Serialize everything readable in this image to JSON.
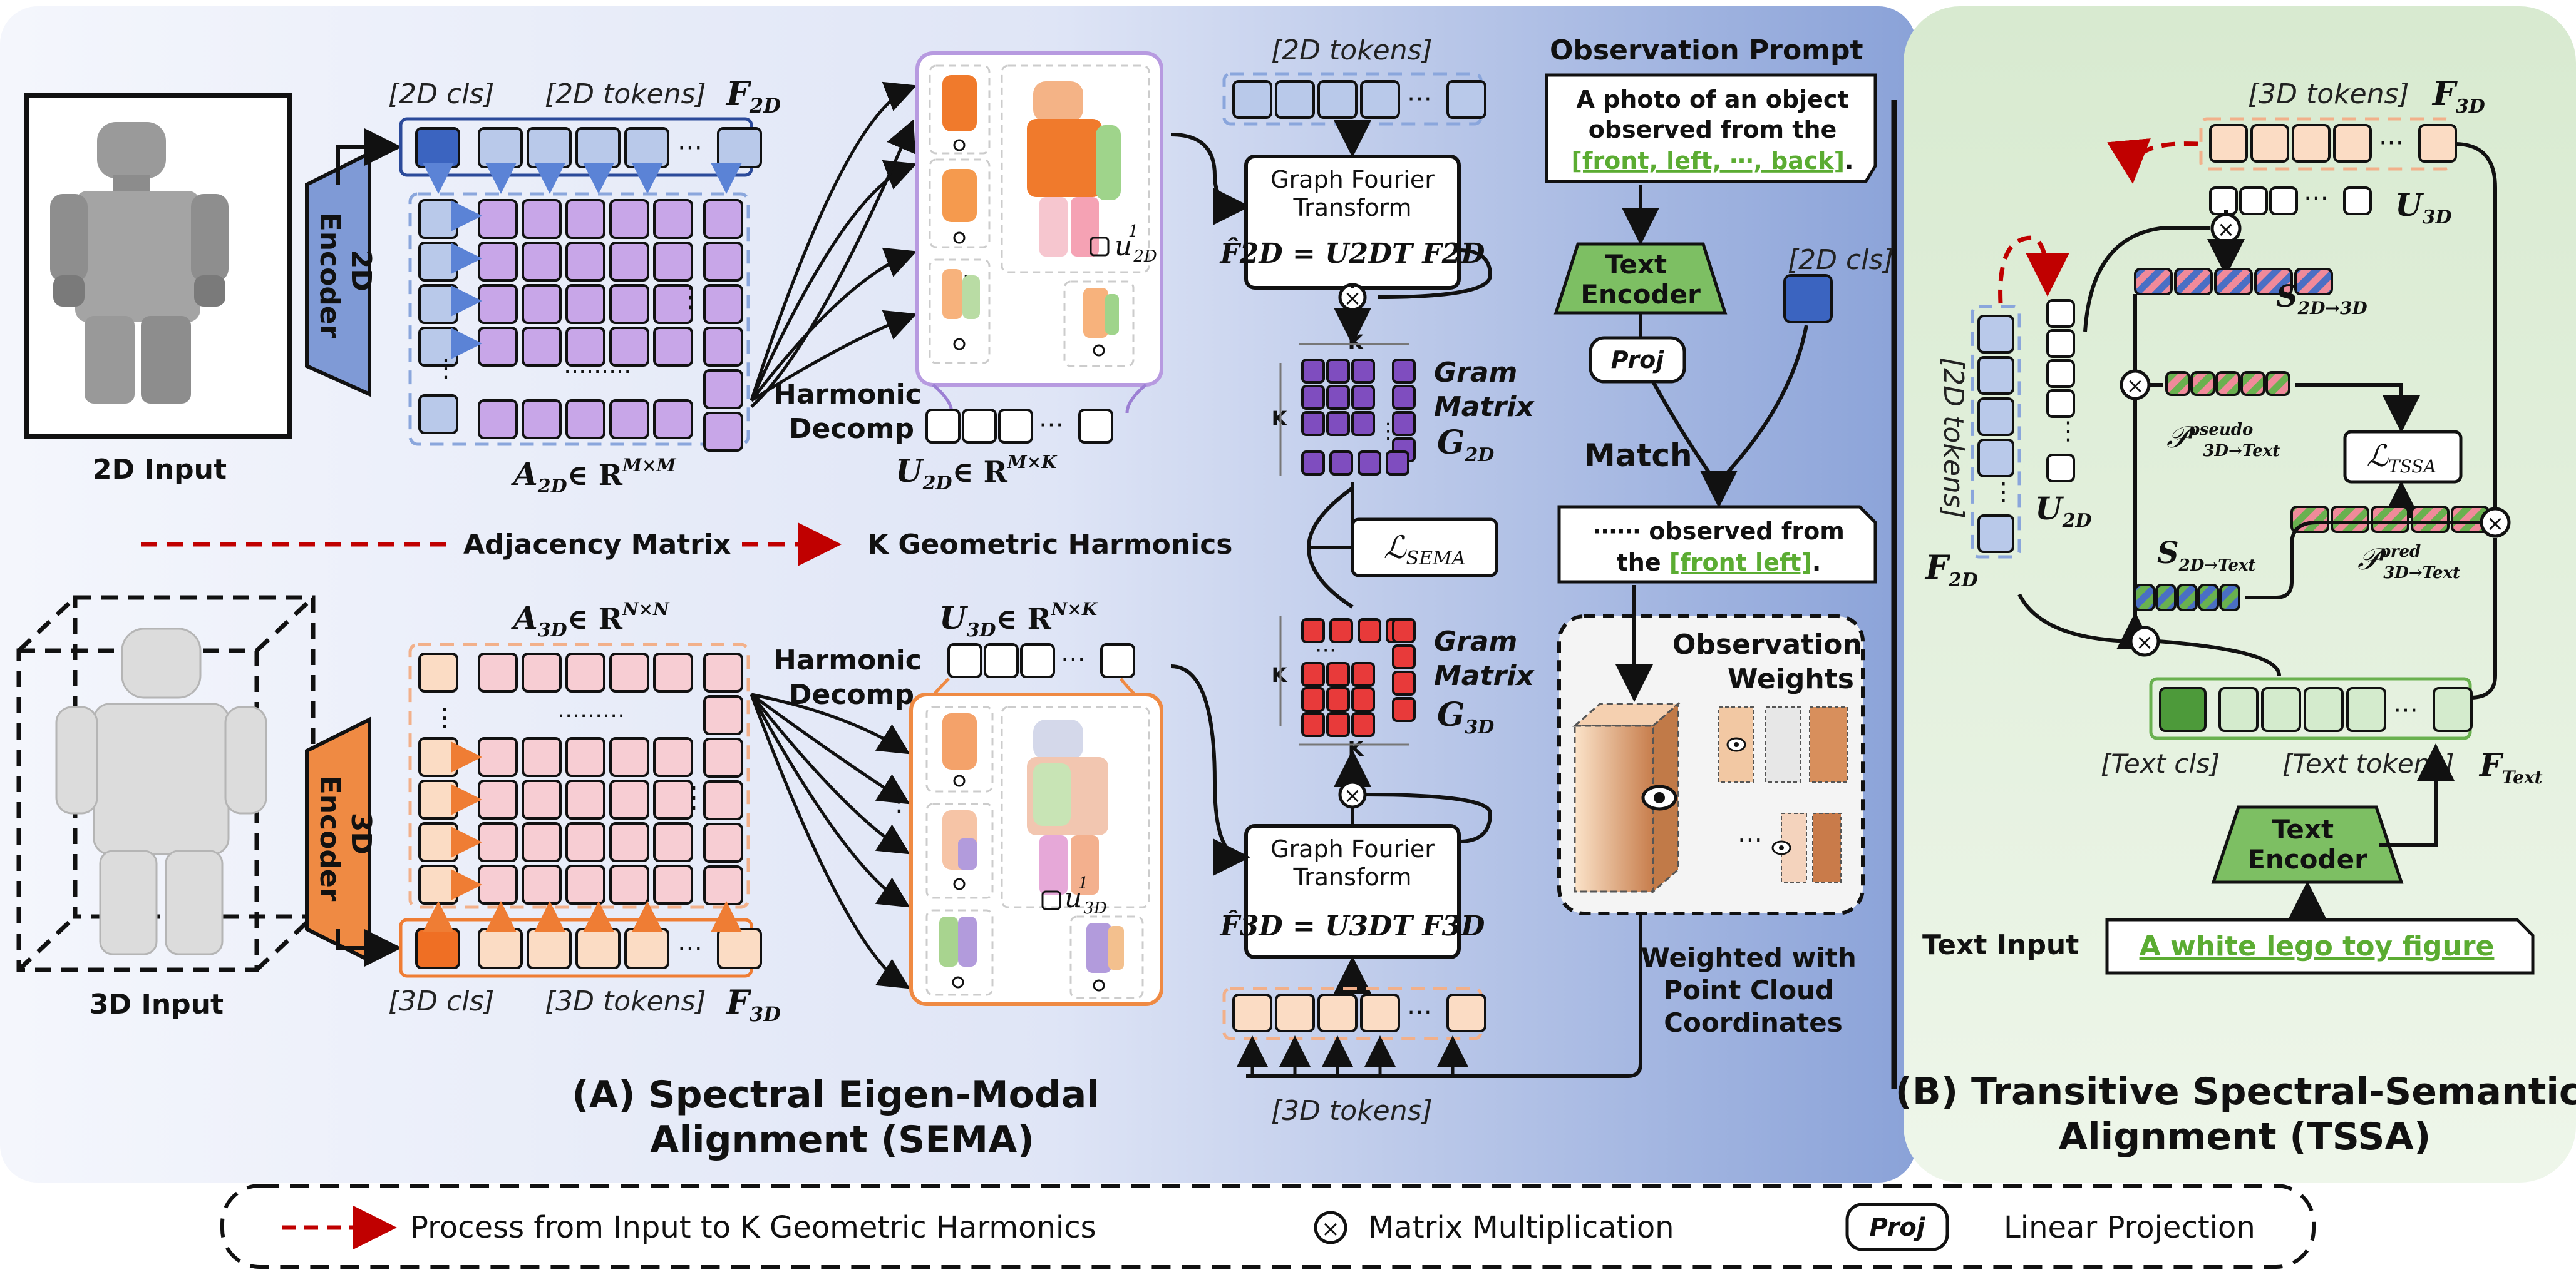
{
  "left_panel": {
    "input_2d_label": "2D Input",
    "input_3d_label": "3D Input",
    "encoder_2d": "2D\nEncoder",
    "encoder_3d": "3D\nEncoder",
    "cls_2d": "[2D cls]",
    "tokens_2d": "[2D tokens]",
    "f2d": "F",
    "f2d_sub": "2D",
    "cls_3d": "[3D cls]",
    "tokens_3d": "[3D tokens]",
    "f3d": "F",
    "f3d_sub": "3D",
    "a2d_label": "A",
    "a2d_sub": "2D",
    "a2d_set": "∈ R",
    "a2d_sup": "M×M",
    "a3d_label": "A",
    "a3d_sub": "3D",
    "a3d_set": "∈ R",
    "a3d_sup": "N×N",
    "harmonic_decomp_top": "Harmonic\nDecomp",
    "harmonic_decomp_bottom": "Harmonic\nDecomp",
    "u2d_label": "U",
    "u2d_sub": "2D",
    "u2d_set": "∈ R",
    "u2d_sup": "M×K",
    "u3d_label": "U",
    "u3d_sub": "3D",
    "u3d_set": "∈ R",
    "u3d_sup": "N×K",
    "u2d_1_label": "u",
    "u2d_1_sub": "2D",
    "u2d_1_sup": "1",
    "u3d_1_label": "u",
    "u3d_1_sub": "3D",
    "u3d_1_sup": "1",
    "legend_adjacency": "Adjacency Matrix",
    "legend_harmonics": "K Geometric Harmonics",
    "gft_top_line1": "Graph Fourier",
    "gft_top_line2": "Transform",
    "gft_top_eq": "F̂2D = U2DT F2D",
    "gft_bottom_line1": "Graph Fourier",
    "gft_bottom_line2": "Transform",
    "gft_bottom_eq": "F̂3D = U3DT F3D",
    "tokens_2d_top": "[2D tokens]",
    "tokens_3d_bottom": "[3D tokens]",
    "gram_top_line1": "Gram",
    "gram_top_line2": "Matrix",
    "gram_top_sym": "G",
    "gram_top_sub": "2D",
    "gram_bottom_line1": "Gram",
    "gram_bottom_line2": "Matrix",
    "gram_bottom_sym": "G",
    "gram_bottom_sub": "3D",
    "k_label": "K",
    "loss_sema": "ℒ",
    "loss_sema_sub": "SEMA",
    "section_title_line1": "(A) Spectral Eigen-Modal",
    "section_title_line2": "Alignment (SEMA)"
  },
  "prompt_panel": {
    "observation_prompt_title": "Observation Prompt",
    "prompt_line1": "A photo of an object",
    "prompt_line2": "observed from the",
    "prompt_views": "[front, left, ⋯, back]",
    "prompt_end": ".",
    "text_encoder": "Text\nEncoder",
    "proj": "Proj",
    "cls_2d": "[2D cls]",
    "match": "Match",
    "matched_line1": "⋯⋯ observed from",
    "matched_line2_pre": "the ",
    "matched_view": "[front left]",
    "matched_line2_post": ".",
    "observation_weights_line1": "Observation",
    "observation_weights_line2": "Weights",
    "weighted_line1": "Weighted with",
    "weighted_line2": "Point Cloud",
    "weighted_line3": "Coordinates"
  },
  "right_panel": {
    "tokens_3d": "[3D tokens]",
    "f3d": "F",
    "f3d_sub": "3D",
    "u3d": "U",
    "u3d_sub": "3D",
    "s_2d_3d": "S",
    "s_2d_3d_sub": "2D→3D",
    "p_pseudo": "𝒫",
    "p_pseudo_sup": "pseudo",
    "p_pseudo_sub": "3D→Text",
    "loss_tssa": "ℒ",
    "loss_tssa_sub": "TSSA",
    "s_2d_text": "S",
    "s_2d_text_sub": "2D→Text",
    "p_pred": "𝒫",
    "p_pred_sup": "pred",
    "p_pred_sub": "3D→Text",
    "tokens_2d_vertical": "[2D tokens]",
    "u2d": "U",
    "u2d_sub": "2D",
    "f2d": "F",
    "f2d_sub": "2D",
    "text_cls": "[Text cls]",
    "text_tokens": "[Text tokens]",
    "f_text": "F",
    "f_text_sub": "Text",
    "text_encoder": "Text\nEncoder",
    "text_input_label": "Text Input",
    "text_input_value": "A white lego toy figure",
    "section_title_line1": "(B) Transitive Spectral-Semantic",
    "section_title_line2": "Alignment (TSSA)"
  },
  "legend": {
    "process": "Process from Input to K Geometric Harmonics",
    "matmul": "Matrix Multiplication",
    "proj": "Proj",
    "linear": "Linear Projection"
  },
  "colors": {
    "blue_token": "#b9c9ea",
    "blue_dark": "#4472c4",
    "purple": "#c8a6e8",
    "purple_dark": "#7f4dbf",
    "pink": "#f7cdd3",
    "red": "#e83a3a",
    "peach": "#fbdcc4",
    "orange": "#ef7d34",
    "green": "#5cad4a",
    "green_light": "#d4ebcd",
    "link_green": "#5bac32",
    "dashed_red": "#c00000",
    "panel_blue": "#9fb3df",
    "panel_green": "#e3efd9"
  }
}
